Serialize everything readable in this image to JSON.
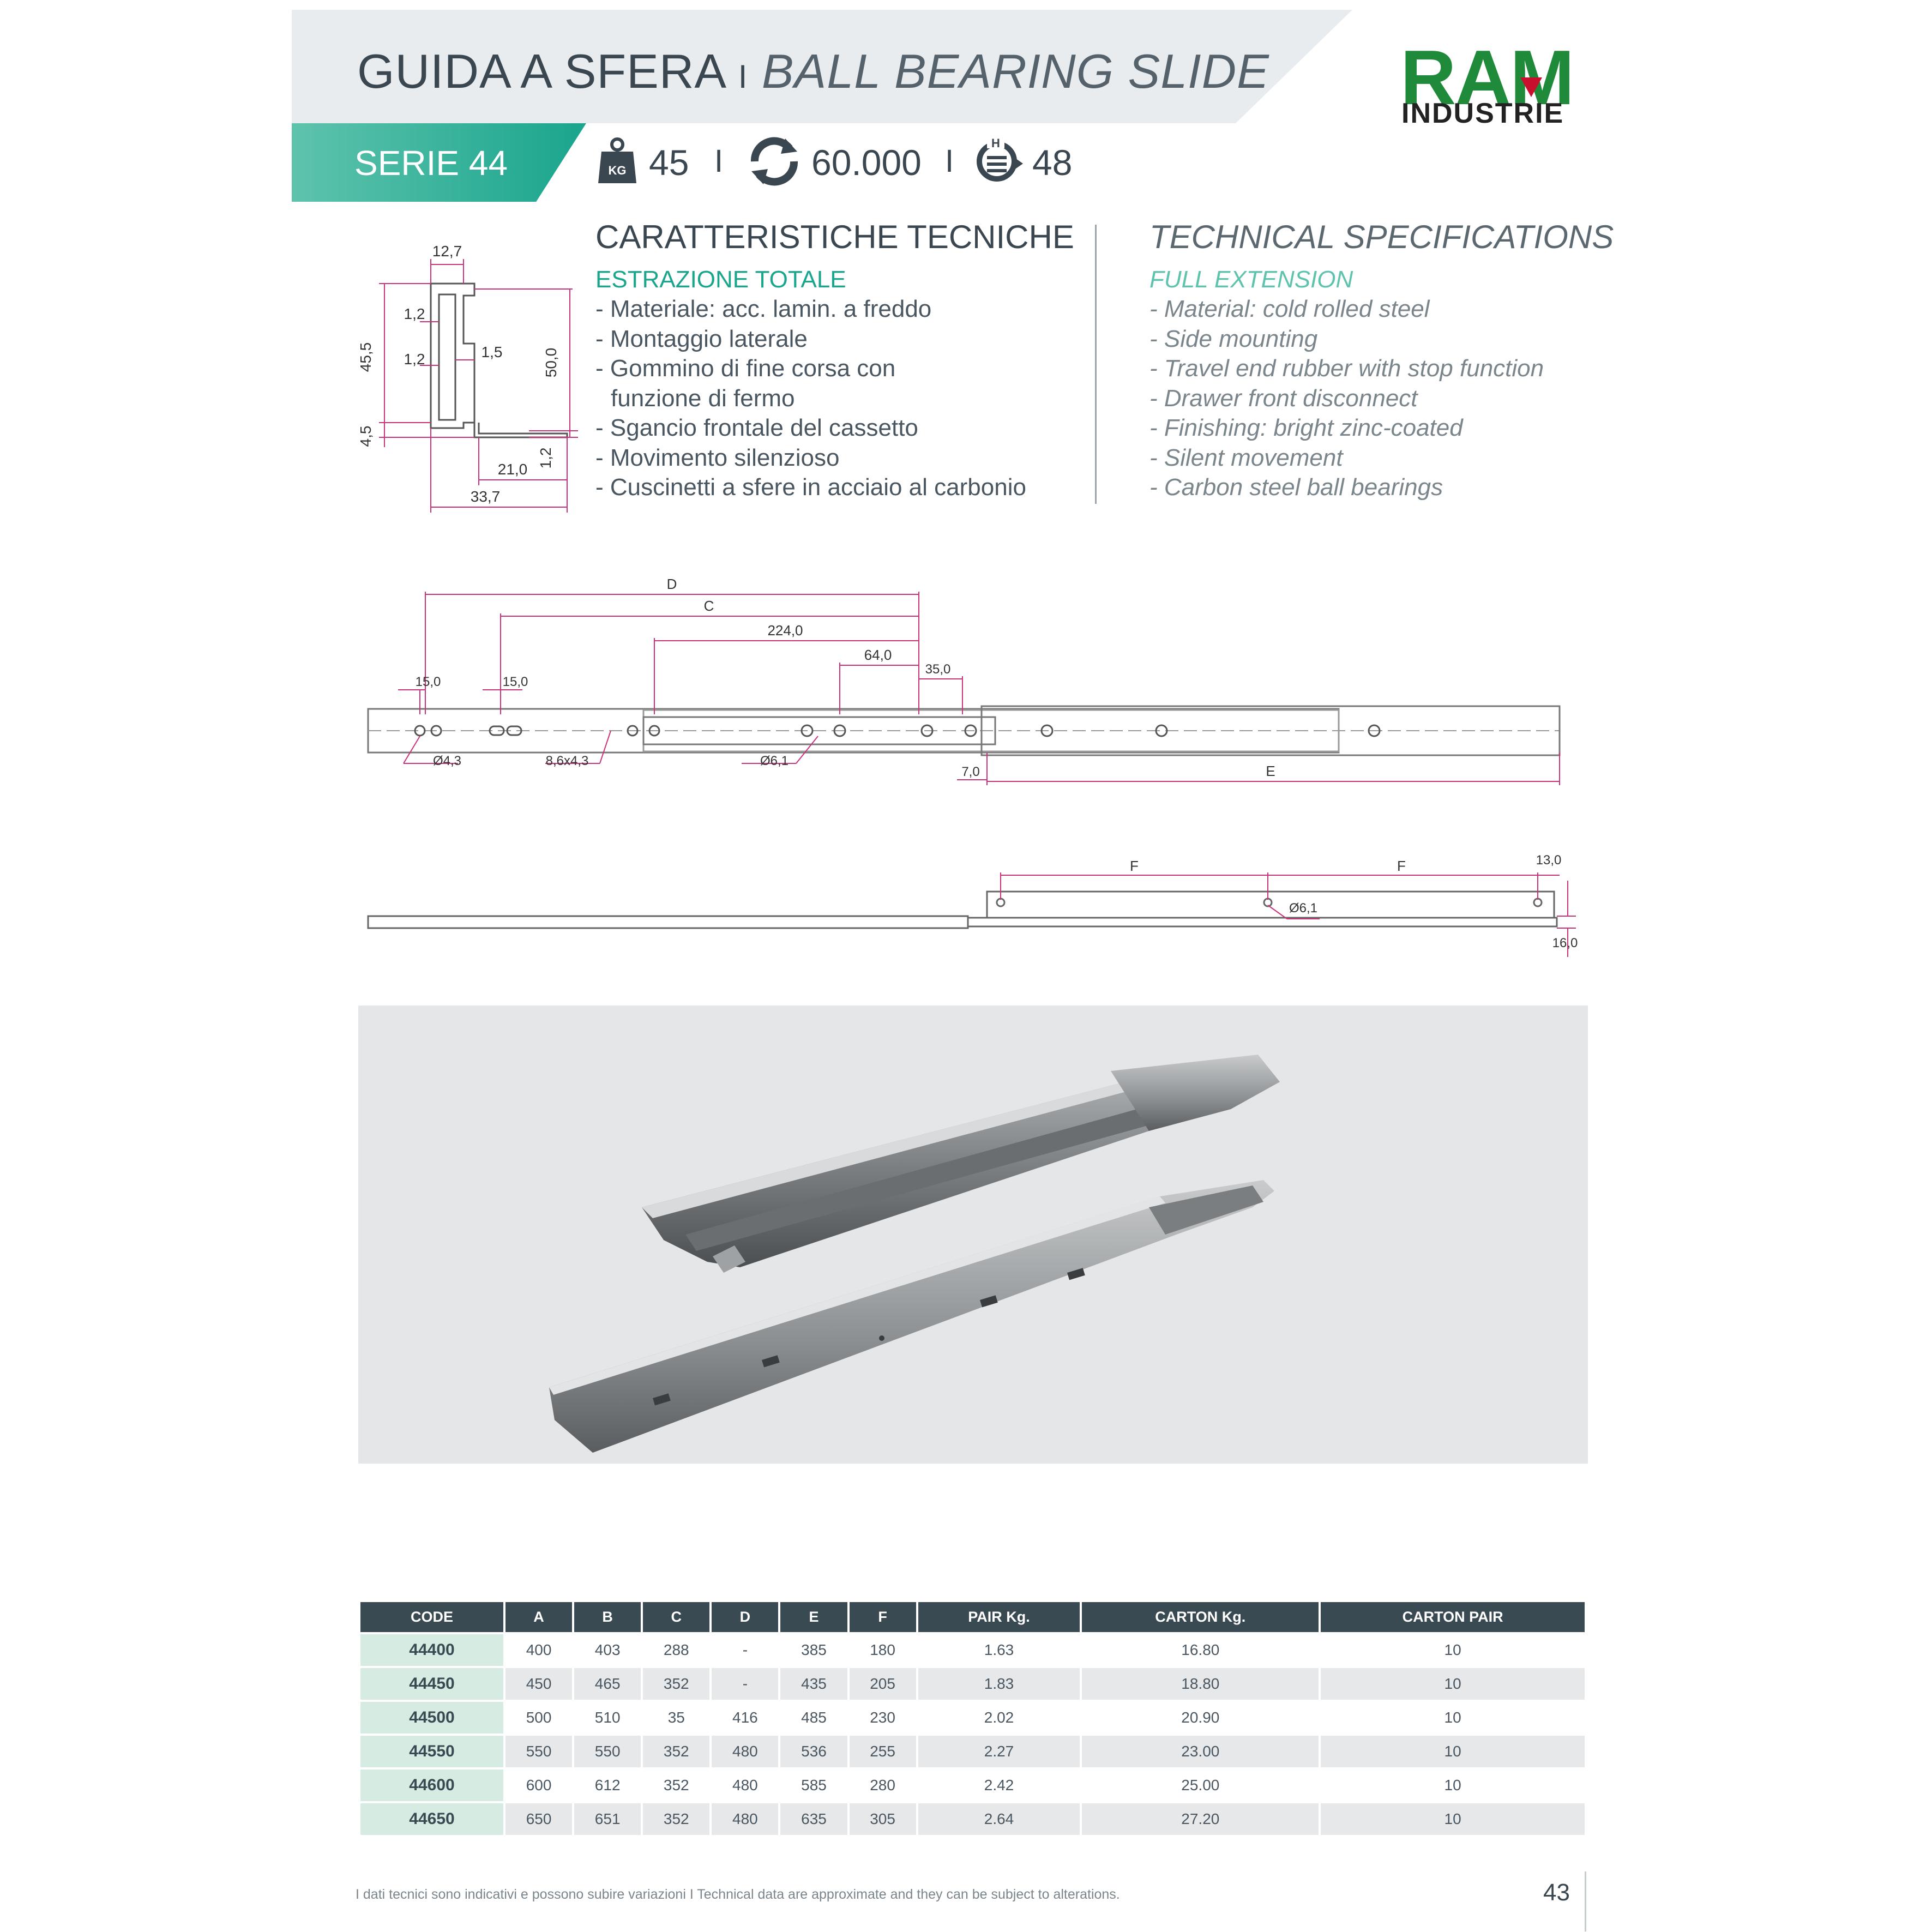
{
  "header": {
    "title_it": "GUIDA A SFERA",
    "title_sep": "I",
    "title_en": "BALL BEARING SLIDE",
    "serie": "SERIE 44",
    "load_unit": "KG",
    "load": "45",
    "cycles": "60.000",
    "height_marker": "H",
    "height": "48",
    "separator": "I"
  },
  "logo": {
    "brand": "RAM",
    "sub": "INDUSTRIE",
    "brand_color": "#1f8a3a"
  },
  "specs_it": {
    "heading": "CARATTERISTICHE TECNICHE",
    "subheading": "ESTRAZIONE TOTALE",
    "items": [
      "- Materiale: acc. lamin. a freddo",
      "- Montaggio laterale",
      "- Gommino di fine corsa con",
      "  funzione di fermo",
      "- Sgancio frontale del cassetto",
      "- Movimento silenzioso",
      "- Cuscinetti a sfere in acciaio al carbonio"
    ]
  },
  "specs_en": {
    "heading": "TECHNICAL SPECIFICATIONS",
    "subheading": "FULL EXTENSION",
    "items": [
      "- Material: cold rolled steel",
      "- Side mounting",
      "- Travel end rubber with stop function",
      "- Drawer front disconnect",
      "- Finishing: bright zinc-coated",
      "- Silent movement",
      "- Carbon steel ball bearings"
    ]
  },
  "profile_dims": {
    "top": "12,7",
    "inner1": "1,2",
    "inner2": "1,5",
    "inner3": "1,2",
    "height_left": "45,5",
    "height_right": "50,0",
    "bottom_left": "4,5",
    "bottom_right": "1,2",
    "foot": "21,0",
    "total_width": "33,7"
  },
  "side_dims": {
    "d": "D",
    "c": "C",
    "len1": "224,0",
    "len2": "64,0",
    "len3": "35,0",
    "h1": "15,0",
    "h2": "15,0",
    "hole1": "Ø4,3",
    "slot": "8,6x4,3",
    "hole2": "Ø6,1",
    "gap": "7,0",
    "e": "E"
  },
  "top_dims": {
    "f1": "F",
    "f2": "F",
    "end": "13,0",
    "hole": "Ø6,1",
    "height": "16,0"
  },
  "table": {
    "headers": [
      "CODE",
      "A",
      "B",
      "C",
      "D",
      "E",
      "F",
      "PAIR Kg.",
      "CARTON Kg.",
      "CARTON PAIR"
    ],
    "rows": [
      [
        "44400",
        "400",
        "403",
        "288",
        "-",
        "385",
        "180",
        "1.63",
        "16.80",
        "10"
      ],
      [
        "44450",
        "450",
        "465",
        "352",
        "-",
        "435",
        "205",
        "1.83",
        "18.80",
        "10"
      ],
      [
        "44500",
        "500",
        "510",
        "35",
        "416",
        "485",
        "230",
        "2.02",
        "20.90",
        "10"
      ],
      [
        "44550",
        "550",
        "550",
        "352",
        "480",
        "536",
        "255",
        "2.27",
        "23.00",
        "10"
      ],
      [
        "44600",
        "600",
        "612",
        "352",
        "480",
        "585",
        "280",
        "2.42",
        "25.00",
        "10"
      ],
      [
        "44650",
        "650",
        "651",
        "352",
        "480",
        "635",
        "305",
        "2.64",
        "27.20",
        "10"
      ]
    ]
  },
  "footer": {
    "note": "I dati tecnici sono indicativi e possono subire variazioni I Technical data are approximate and they can be subject to alterations.",
    "page": "43"
  },
  "colors": {
    "accent": "#1aa58d",
    "dimension": "#c8337a",
    "table_header": "#3a4a52"
  }
}
